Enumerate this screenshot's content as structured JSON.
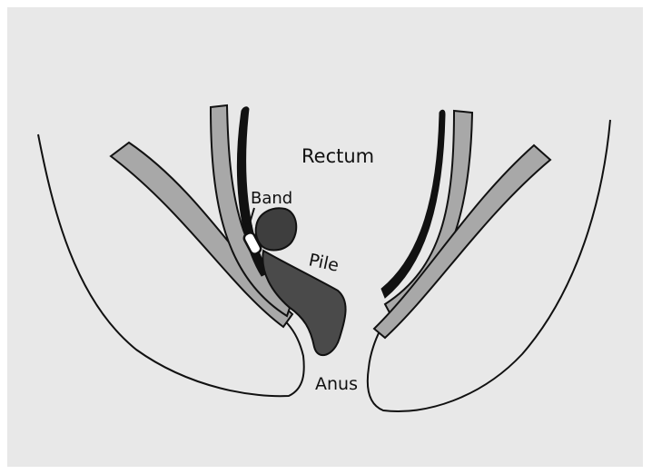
{
  "labels": {
    "rectum": "Rectum",
    "band": "Band",
    "pile": "Pile",
    "anus": "Anus"
  },
  "colors": {
    "background": "#e8e8e8",
    "outline": "#111111",
    "muscle_fill": "#a8a8a8",
    "pile_fill": "#4a4a4a",
    "band_fill": "#ffffff"
  }
}
